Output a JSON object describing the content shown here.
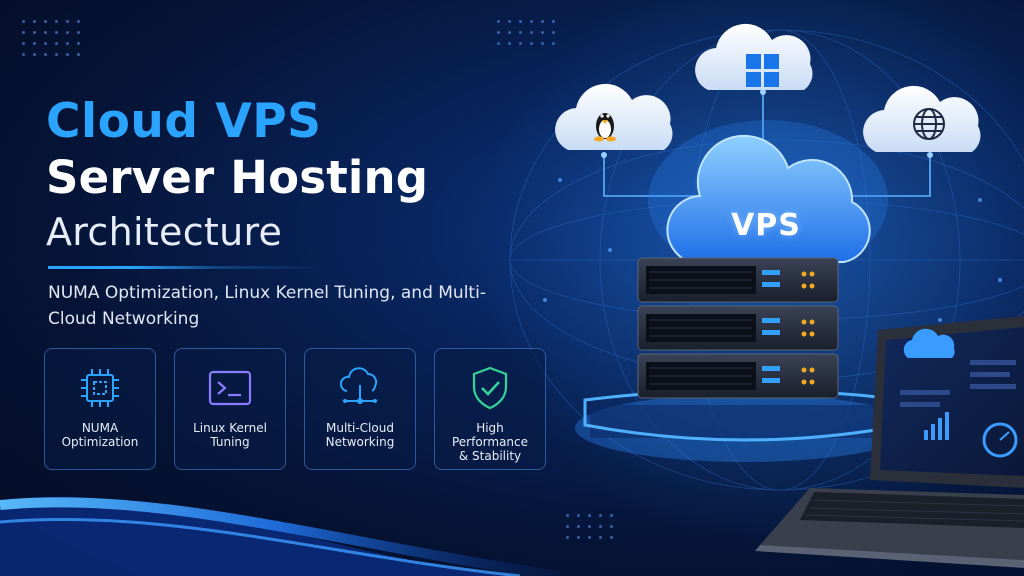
{
  "title": {
    "line1": "Cloud VPS",
    "line2": "Server Hosting",
    "line3": "Architecture"
  },
  "subtitle": "NUMA Optimization, Linux Kernel Tuning, and Multi-Cloud Networking",
  "features": [
    {
      "icon": "cpu-chip-icon",
      "label": "NUMA\nOptimization"
    },
    {
      "icon": "terminal-icon",
      "label": "Linux Kernel\nTuning"
    },
    {
      "icon": "cloud-network-icon",
      "label": "Multi-Cloud\nNetworking"
    },
    {
      "icon": "shield-check-icon",
      "label": "High\nPerformance\n& Stability"
    }
  ],
  "vps_cloud_label": "VPS",
  "os_clouds": [
    "linux-penguin-icon",
    "windows-logo-icon",
    "globe-icon"
  ],
  "colors": {
    "accent_blue": "#2aa4ff",
    "background_dark": "#051436",
    "terminal_purple": "#8a7bff",
    "shield_green": "#34d399",
    "server_led_orange": "#f5a623"
  }
}
